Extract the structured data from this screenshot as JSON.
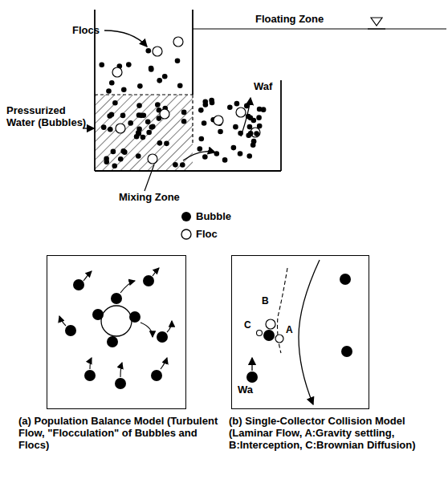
{
  "diagram": {
    "nodes": [
      {
        "text": [
          "(a) Population Balance Model (Turbulent Flow, \"Flocculation\" of Bubbles and Flocs)"
        ]
      },
      {
        "text": [
          "(b) Single-Collector Collision Model (Laminar Flow, A:Gravity settling, B:Interception, C:Brownian Diffusion)"
        ]
      }
    ],
    "labels": [
      "Flocs",
      "Floating Zone",
      "Pressurized Water (Bubbles)",
      "Mixing Zone",
      "Waf",
      "B",
      "C",
      "A",
      "Wa"
    ],
    "legend": [
      {
        "text": "Bubble"
      },
      {
        "text": "Floc"
      }
    ]
  }
}
